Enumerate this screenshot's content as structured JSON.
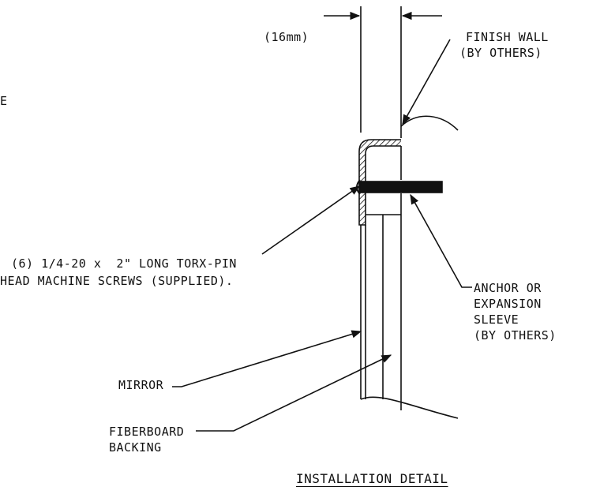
{
  "dimension": {
    "label": "(16mm)"
  },
  "labels": {
    "finish_wall": [
      "FINISH WALL",
      "(BY OTHERS)"
    ],
    "screws": [
      "(6) 1/4-20 x  2\" LONG TORX-PIN",
      "HEAD MACHINE SCREWS (SUPPLIED)."
    ],
    "anchor": [
      "ANCHOR OR",
      "EXPANSION",
      "SLEEVE",
      "(BY OTHERS)"
    ],
    "mirror": "MIRROR",
    "backing": [
      "FIBERBOARD",
      "BACKING"
    ],
    "edge_fragment": "E"
  },
  "title": "INSTALLATION DETAIL",
  "colors": {
    "line": "#111111",
    "background": "#ffffff"
  }
}
